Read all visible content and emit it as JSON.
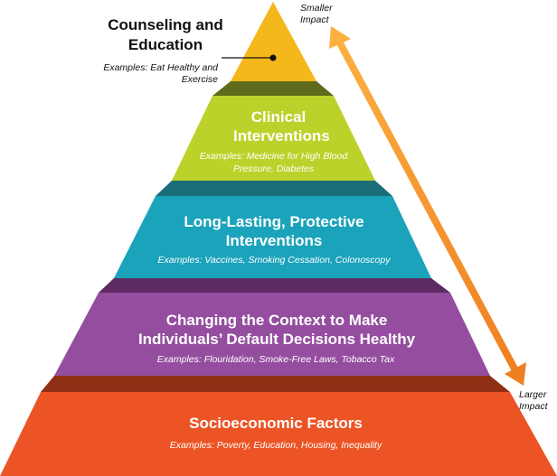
{
  "tiers": [
    {
      "title": "Counseling and Education",
      "example": "Examples: Eat Healthy and Exercise",
      "color": "#f4b81c"
    },
    {
      "title": "Clinical Interventions",
      "example": "Examples: Medicine for High Blood Pressure, Diabetes",
      "color": "#bcd12a"
    },
    {
      "title": "Long-Lasting, Protective Interventions",
      "example": "Examples: Vaccines, Smoking Cessation, Colonoscopy",
      "color": "#1ba3bb"
    },
    {
      "title": "Changing the Context to Make Individuals’ Default Decisions Healthy",
      "example": "Examples: Flouridation, Smoke-Free Laws, Tobacco Tax",
      "color": "#954e9f"
    },
    {
      "title": "Socioeconomic Factors",
      "example": "Examples: Poverty, Education, Housing, Inequality",
      "color": "#ec5425"
    }
  ],
  "impact": {
    "top_label": "Smaller Impact",
    "bottom_label": "Larger Impact",
    "arrow_color": "#f59a33"
  }
}
